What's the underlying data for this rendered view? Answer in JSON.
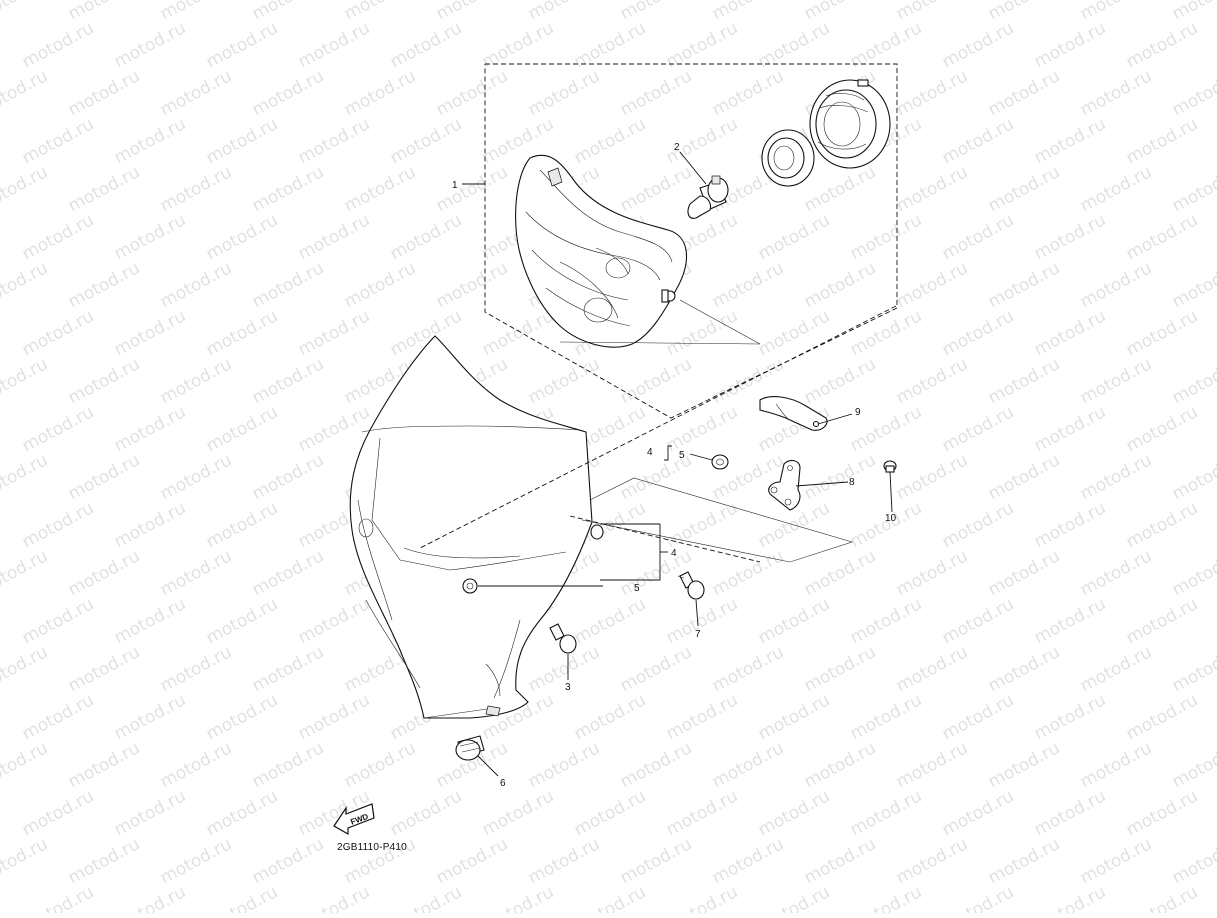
{
  "watermark": {
    "text": "motod.ru"
  },
  "callouts": {
    "c1": "1",
    "c2": "2",
    "c3": "3",
    "c4a": "4",
    "c4b": "4",
    "c5a": "5",
    "c5b": "5",
    "c6": "6",
    "c7": "7",
    "c8": "8",
    "c9": "9",
    "c10": "10"
  },
  "fwd_arrow": {
    "label": "FWD"
  },
  "diagram_code": "2GB1110-P410"
}
